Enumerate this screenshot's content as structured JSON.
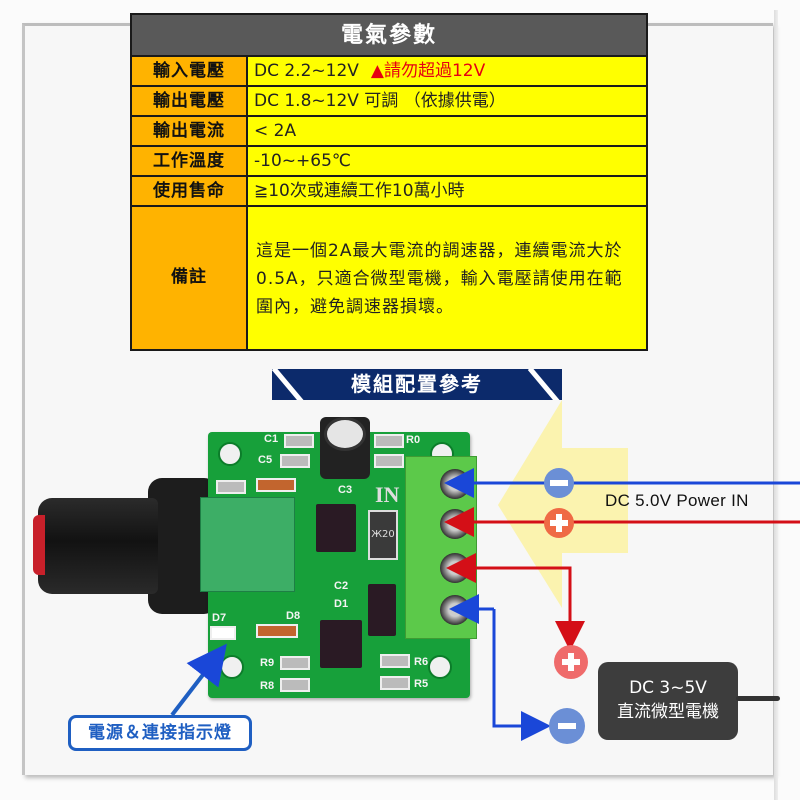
{
  "spec_table": {
    "title": "電氣參數",
    "rows": [
      {
        "label": "輸入電壓",
        "value": "DC 2.2~12V",
        "warning": "▲請勿超過12V"
      },
      {
        "label": "輸出電壓",
        "value": "DC 1.8~12V 可調 （依據供電）"
      },
      {
        "label": "輸出電流",
        "value": " < 2A"
      },
      {
        "label": "工作溫度",
        "value": " -10~+65℃"
      },
      {
        "label": "使用售命",
        "value": "≧10次或連續工作10萬小時"
      },
      {
        "label": "備註",
        "value": "這是一個2A最大電流的調速器，連續電流大於0.5A，只適合微型電機，輸入電壓請使用在範圍內，避免調速器損壞。"
      }
    ]
  },
  "diagram": {
    "banner_title": "模組配置參考",
    "pcb_labels": {
      "c1": "C1",
      "c5": "C5",
      "c3": "C3",
      "c2": "C2",
      "d1": "D1",
      "d7": "D7",
      "d8": "D8",
      "r0": "R0",
      "r5": "R5",
      "r6": "R6",
      "r8": "R8",
      "r9": "R9",
      "in": "IN",
      "fuse": "Ж20"
    },
    "power_in_label": "DC 5.0V Power IN",
    "motor_label": {
      "line1": "DC 3~5V",
      "line2": "直流微型電機"
    },
    "indicator_label": "電源＆連接指示燈",
    "colors": {
      "negative": "#6b8fd6",
      "positive_in": "#ef6a45",
      "positive_out": "#ef6b6b",
      "wire_blue": "#1a47d8",
      "wire_red": "#d40f17",
      "arrow_yellow": "#fbf2a6",
      "banner_bg": "#0c2a6b",
      "table_label_bg": "#ffb300",
      "table_value_bg": "#ffff00",
      "table_title_bg": "#595959"
    }
  }
}
